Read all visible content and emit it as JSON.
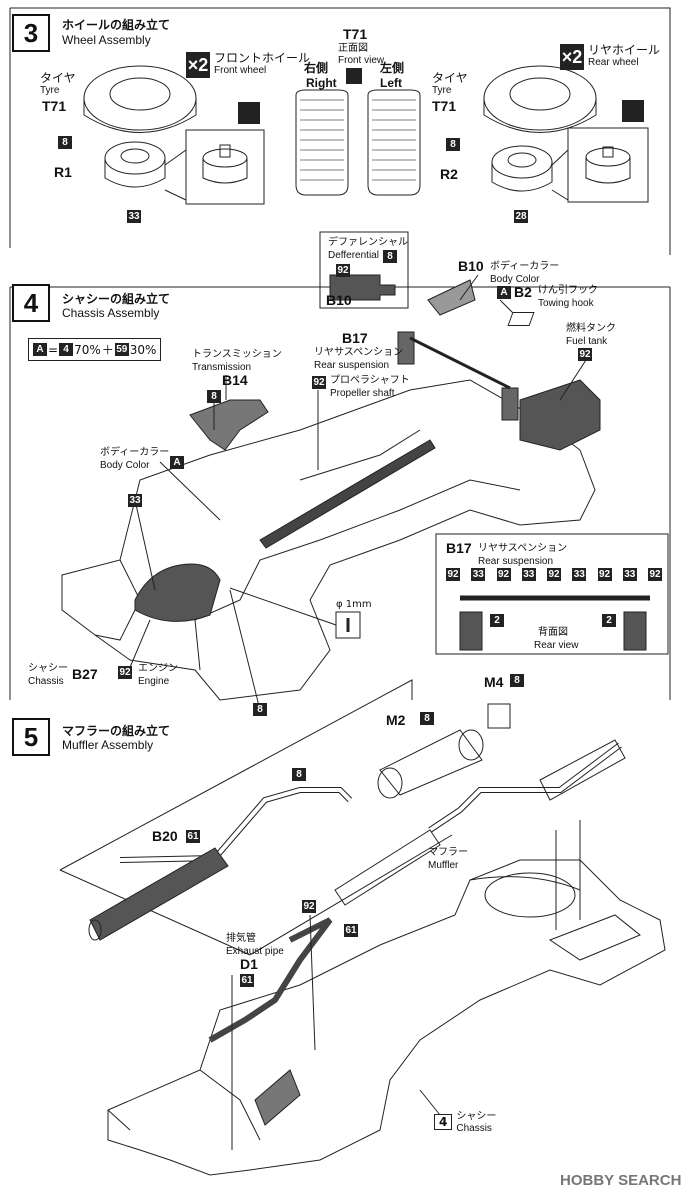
{
  "steps": {
    "s3": {
      "num": "3",
      "jp": "ホイールの組み立て",
      "en": "Wheel Assembly"
    },
    "s4": {
      "num": "4",
      "jp": "シャシーの組み立て",
      "en": "Chassis Assembly"
    },
    "s5": {
      "num": "5",
      "jp": "マフラーの組み立て",
      "en": "Muffler Assembly"
    }
  },
  "wheel": {
    "front": {
      "qty": "×2",
      "jp": "フロントホイール",
      "en": "Front wheel"
    },
    "rear": {
      "qty": "×2",
      "jp": "リヤホイール",
      "en": "Rear wheel"
    },
    "tyre_jp": "タイヤ",
    "tyre_en": "Tyre",
    "tyre_part": "T71",
    "front_view_part": "T71",
    "front_view_jp": "正面図",
    "front_view_en": "Front view",
    "right_jp": "右側",
    "right_en": "Right",
    "left_jp": "左側",
    "left_en": "Left",
    "r1": "R1",
    "r2": "R2",
    "c8": "8",
    "c33": "33",
    "c28": "28"
  },
  "chassis": {
    "paint_a": "A",
    "paint_eq": "=",
    "paint_4": "4",
    "paint_70": "70%",
    "paint_plus": "＋",
    "paint_59": "59",
    "paint_30": "30%",
    "diff_jp": "デファレンシャル",
    "diff_en": "Defferential",
    "diff_c92": "92",
    "diff_c8": "8",
    "diff_part": "B10",
    "b10": "B10",
    "body_color_jp": "ボディーカラー",
    "body_color_en": "Body Color",
    "tow_a": "A",
    "b2": "B2",
    "tow_jp": "けん引フック",
    "tow_en": "Towing hook",
    "fuel_jp": "燃料タンク",
    "fuel_en": "Fuel tank",
    "fuel_c92": "92",
    "b17": "B17",
    "rsus_jp": "リヤサスペンション",
    "rsus_en": "Rear suspension",
    "prop_c92": "92",
    "prop_jp": "プロペラシャフト",
    "prop_en": "Propeller shaft",
    "trans_jp": "トランスミッション",
    "trans_en": "Transmission",
    "b14": "B14",
    "trans_c8": "8",
    "body2_jp": "ボディーカラー",
    "body2_en": "Body Color",
    "body2_a": "A",
    "c33": "33",
    "chassis_jp": "シャシー",
    "chassis_en": "Chassis",
    "b27": "B27",
    "eng_c92": "92",
    "eng_jp": "エンジン",
    "eng_en": "Engine",
    "c8_bottom": "8",
    "drill": "φ 1mm",
    "rv_b17": "B17",
    "rv_jp": "リヤサスペンション",
    "rv_en": "Rear suspension",
    "rv_codes": [
      "92",
      "33",
      "92",
      "33",
      "92",
      "33",
      "92",
      "33",
      "92"
    ],
    "rv_c2": "2",
    "rv_view_jp": "背面図",
    "rv_view_en": "Rear view"
  },
  "muffler": {
    "m4": "M4",
    "m4_c8": "8",
    "m2": "M2",
    "m2_c8": "8",
    "pipe_c8": "8",
    "b20": "B20",
    "b20_c61": "61",
    "muffler_jp": "マフラー",
    "muffler_en": "Muffler",
    "exh_c92": "92",
    "exh_c61": "61",
    "exh_jp": "排気管",
    "exh_en": "Exhaust pipe",
    "d1": "D1",
    "d1_c61": "61",
    "ref_num": "4",
    "ref_jp": "シャシー",
    "ref_en": "Chassis"
  },
  "watermark": "HOBBY SEARCH"
}
